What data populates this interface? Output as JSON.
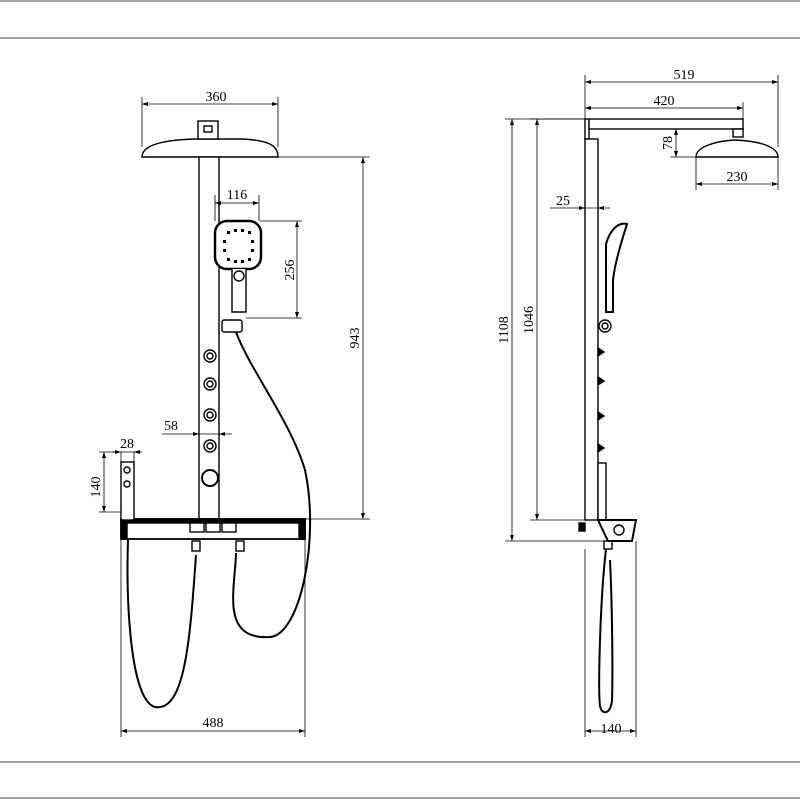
{
  "drawing": {
    "front_view": {
      "dimensions": {
        "head_width": "360",
        "handshower_offset": "116",
        "handshower_height": "256",
        "column_height": "943",
        "column_width": "58",
        "handle_width": "28",
        "handle_height": "140",
        "overall_width": "488"
      }
    },
    "side_view": {
      "dimensions": {
        "overall_depth": "519",
        "arm_length": "420",
        "head_thickness": "78",
        "head_depth": "230",
        "column_depth": "25",
        "total_height": "1108",
        "upper_height": "1046",
        "base_depth": "140"
      }
    }
  }
}
